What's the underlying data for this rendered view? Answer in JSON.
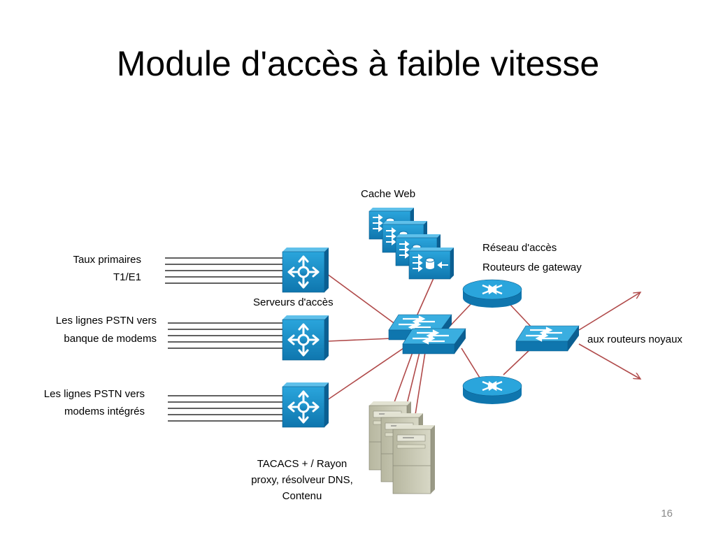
{
  "slide": {
    "title": "Module d'accès à faible vitesse",
    "page_number": "16"
  },
  "labels": {
    "cache_web": "Cache Web",
    "reseau_acces": "Réseau d'accès",
    "routeurs_gateway": "Routeurs de gateway",
    "taux_primaires": "Taux primaires",
    "t1e1": "T1/E1",
    "serveurs_acces": "Serveurs d'accès",
    "pstn_banque_1": "Les lignes PSTN vers",
    "pstn_banque_2": "banque de modems",
    "pstn_integres_1": "Les lignes PSTN vers",
    "pstn_integres_2": "modems intégrés",
    "routeurs_noyaux": "aux routeurs noyaux",
    "servers_1": "TACACS + / Rayon",
    "servers_2": "proxy, résolveur DNS,",
    "servers_3": "Contenu"
  },
  "colors": {
    "cisco_blue": "#1a8fc8",
    "cisco_blue_dark": "#0d6aa0",
    "link_red": "#b04a4a",
    "server_beige": "#c9c9b3"
  },
  "icons": {
    "access_server": "access-server-icon",
    "switch": "multilayer-switch-icon",
    "router": "router-icon",
    "cache": "content-cache-icon",
    "server": "server-tower-icon"
  }
}
